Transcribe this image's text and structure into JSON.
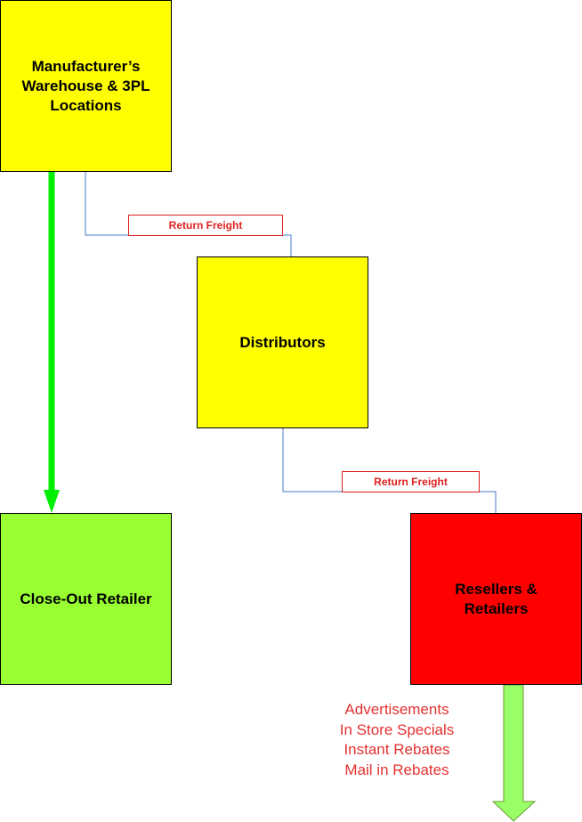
{
  "nodes": {
    "manufacturer": {
      "label": "Manufacturer’s\nWarehouse & 3PL\nLocations",
      "color": "#ffff00"
    },
    "distributors": {
      "label": "Distributors",
      "color": "#ffff00"
    },
    "closeout": {
      "label": "Close-Out Retailer",
      "color": "#99ff33"
    },
    "resellers": {
      "label": "Resellers &\nRetailers",
      "color": "#ff0000"
    }
  },
  "edges": {
    "return_freight_1": {
      "label": "Return Freight"
    },
    "return_freight_2": {
      "label": "Return Freight"
    }
  },
  "promotions": [
    "Advertisements",
    "In Store Specials",
    "Instant Rebates",
    "Mail in Rebates"
  ],
  "colors": {
    "connector": "#4a78c8",
    "arrow_green": "#00ee00",
    "arrow_light_green": "#99ff66",
    "label_red": "#e02020"
  }
}
